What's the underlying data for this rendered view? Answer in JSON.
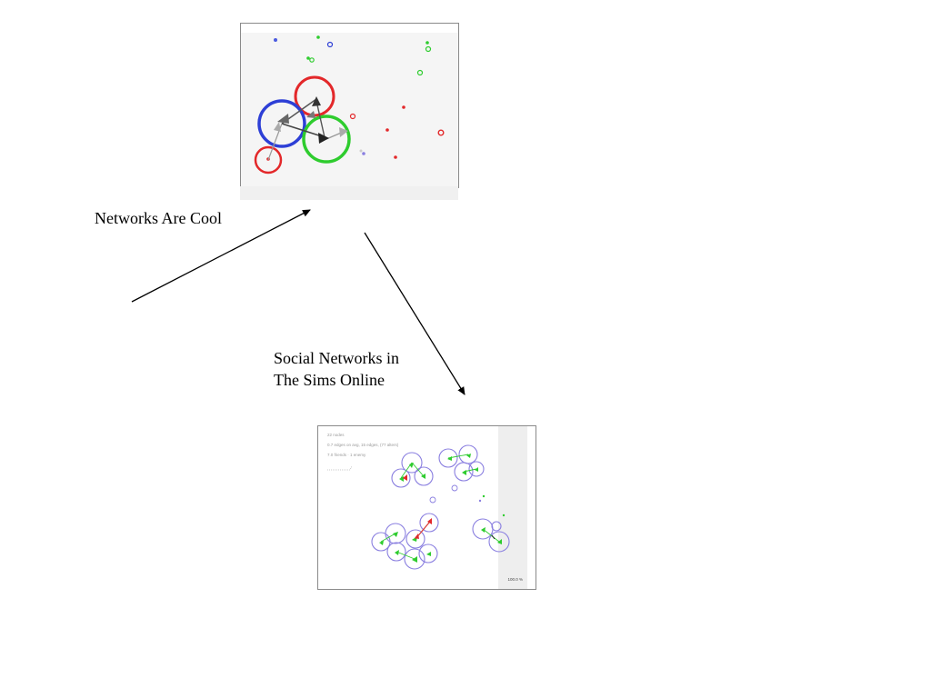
{
  "captions": {
    "first": "Networks Are Cool",
    "second_line1": "Social Networks in",
    "second_line2": "The Sims Online"
  },
  "sims_panel": {
    "stat_nodes": "22 nodes",
    "stat_edges": "0.7 edges on avg, 15 edges, (77 alters)",
    "stat_friends": "7.0 friends · 1 enemy",
    "zoom": "100.0 %"
  },
  "colors": {
    "red": "#e3282a",
    "blue": "#2d3fd6",
    "green": "#2ecc2e",
    "gray_arrow": "#555555",
    "lavender": "#8a7fe0"
  }
}
